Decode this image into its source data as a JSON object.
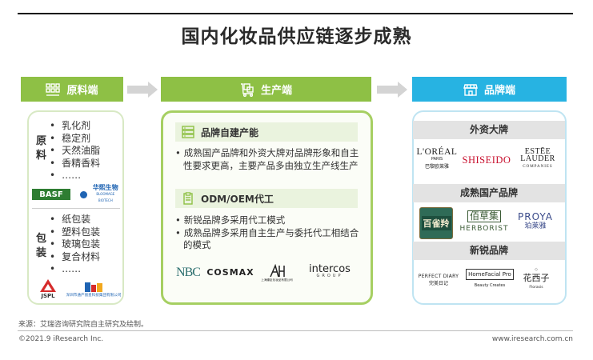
{
  "title": "国内化妆品供应链逐步成熟",
  "columns": {
    "raw": {
      "header": "原料端"
    },
    "production": {
      "header": "生产端"
    },
    "brand": {
      "header": "品牌端"
    }
  },
  "raw": {
    "group1": {
      "label": "原料",
      "items": [
        "乳化剂",
        "稳定剂",
        "天然油脂",
        "香精香料",
        "……"
      ],
      "logos": [
        "BASF",
        "华熙生物",
        "BLOOMAGE BIOTECH"
      ]
    },
    "group2": {
      "label": "包装",
      "items": [
        "纸包装",
        "塑料包装",
        "玻璃包装",
        "复合材料",
        "……"
      ],
      "logos": [
        "JSPL",
        "深圳市通产丽星科技集团有限公司"
      ]
    }
  },
  "production": {
    "section1": {
      "title": "品牌自建产能",
      "bullets": [
        "成熟国产品牌和外资大牌对品牌形象和自主性要求更高，主要产品多由独立生产线生产"
      ]
    },
    "section2": {
      "title": "ODM/OEM代工",
      "bullets": [
        "新锐品牌多采用代工模式",
        "成熟品牌多采用自主生产与委托代工相结合的模式"
      ]
    },
    "logos": [
      "NBC",
      "COSMAX",
      "上海臻臣化妆品有限公司",
      "intercos",
      "GROUP"
    ]
  },
  "brand": {
    "foreign": {
      "title": "外资大牌",
      "logos": {
        "loreal": "L'ORÉAL",
        "loreal_sub1": "PARIS",
        "loreal_sub2": "巴黎欧莱雅",
        "shiseido": "SHISEIDO",
        "estee1": "ESTĒE",
        "estee2": "LAUDER",
        "estee3": "COMPANIES"
      }
    },
    "domestic": {
      "title": "成熟国产品牌",
      "logos": {
        "pechoin": "百雀羚",
        "herborist_cn": "佰草集",
        "herborist": "HERBORIST",
        "proya": "PROYA",
        "proya_cn": "珀莱雅"
      }
    },
    "emerging": {
      "title": "新锐品牌",
      "logos": {
        "pd1": "PERFECT DIARY",
        "pd2": "完美日记",
        "hf1": "HomeFacial Pro",
        "hf2": "Beauty Creates",
        "flor1": "花西子",
        "flor2": "Florasis"
      }
    }
  },
  "footer": {
    "source": "来源：艾瑞咨询研究院自主研究及绘制。",
    "copyright": "©2021.9 iResearch Inc.",
    "url": "www.iresearch.com.cn"
  },
  "colors": {
    "green": "#8ec045",
    "blue": "#27b3e2",
    "chip": "#eaf3de",
    "band": "#e3e3e3"
  }
}
